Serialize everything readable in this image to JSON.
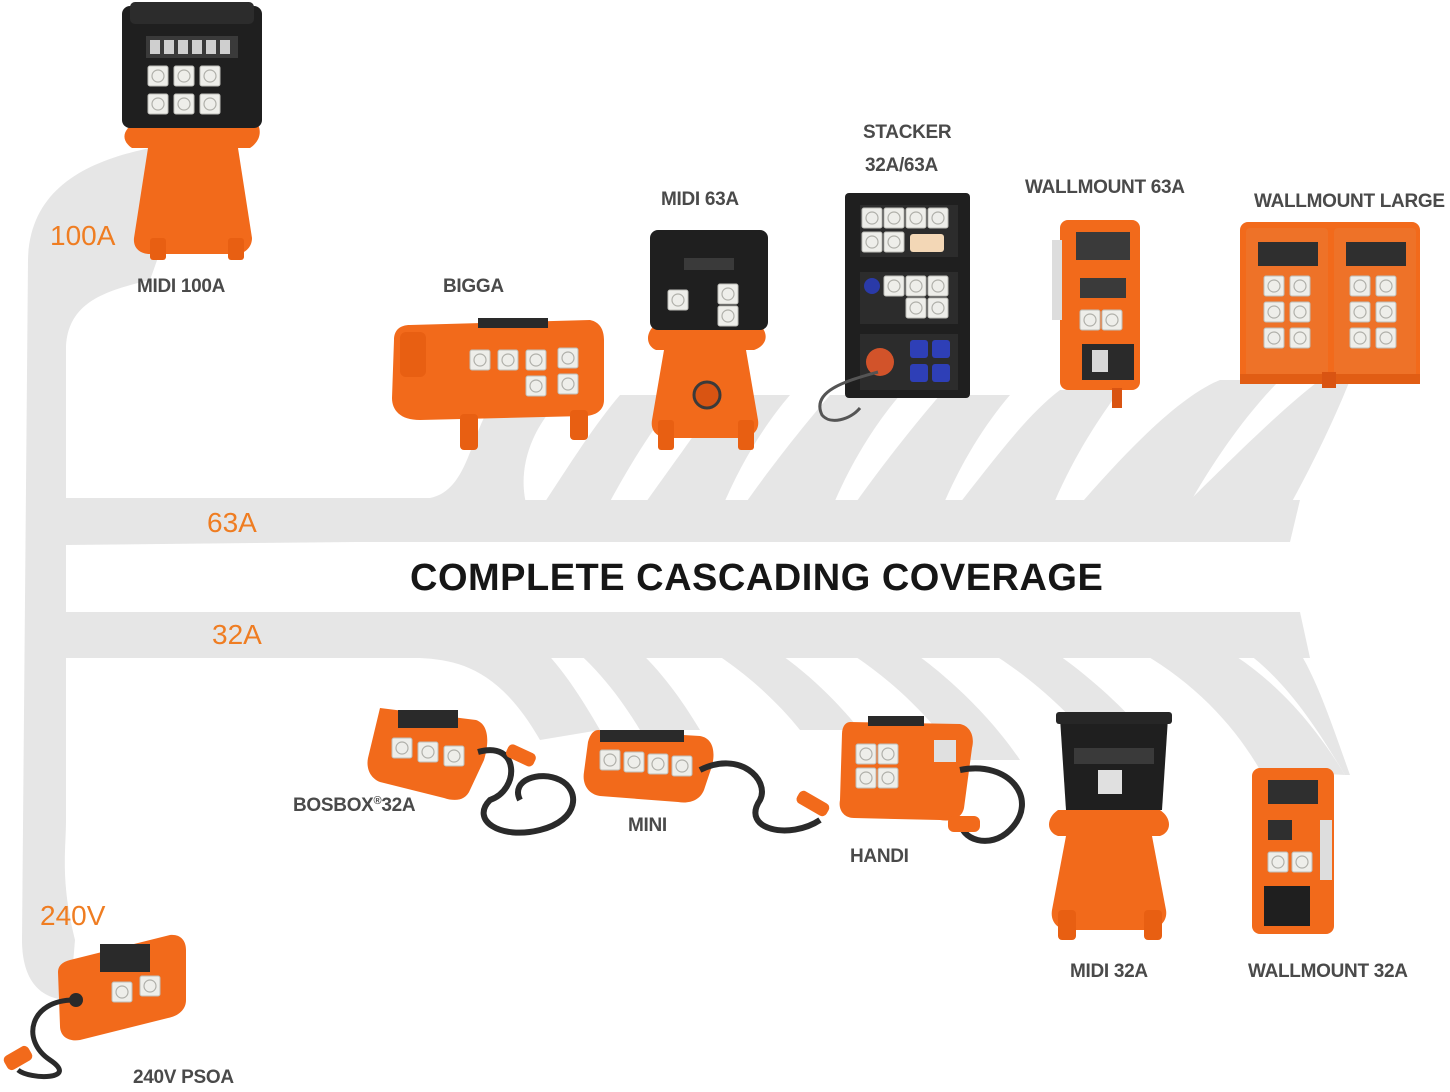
{
  "title": "COMPLETE CASCADING COVERAGE",
  "tiers": {
    "t100": "100A",
    "t63": "63A",
    "t32": "32A",
    "t240": "240V"
  },
  "products": {
    "midi100": "MIDI 100A",
    "bigga": "BIGGA",
    "midi63": "MIDI 63A",
    "stacker_line1": "STACKER",
    "stacker_line2": "32A/63A",
    "wallmount63": "WALLMOUNT 63A",
    "wallmount_large": "WALLMOUNT LARGE",
    "bosbox_name": "BOSBOX",
    "bosbox_mark": "®",
    "bosbox_rating": "32A",
    "mini": "MINI",
    "handi": "HANDI",
    "midi32": "MIDI 32A",
    "wallmount32": "WALLMOUNT 32A",
    "psoa240": "240V PSOA"
  },
  "colors": {
    "accent": "#ef7d22",
    "product_orange": "#f26a1b",
    "track_grey": "#e6e6e6",
    "enclosure_black": "#1f1f1f",
    "socket_white": "#eeeeea",
    "text_dark": "#161616",
    "label_grey": "#4a4a4a"
  }
}
